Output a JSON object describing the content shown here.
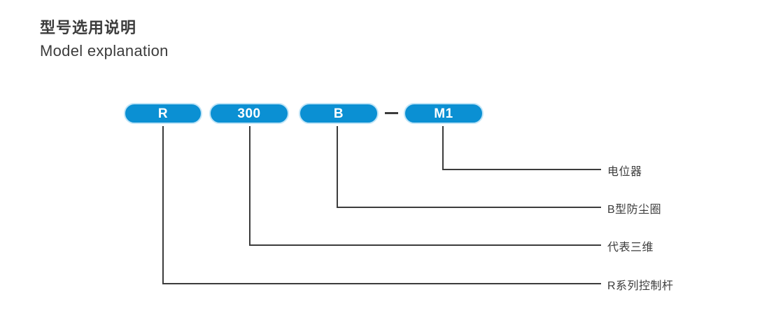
{
  "page": {
    "background_color": "#ffffff",
    "title_cn": "型号选用说明",
    "title_en": "Model explanation"
  },
  "theme": {
    "pill_fill": "#0b90d3",
    "pill_border": "#bfe4f7",
    "pill_text": "#ffffff",
    "line_color": "#3c3c3c",
    "text_color": "#3c3c3c"
  },
  "model_code": {
    "separator": "–",
    "tokens": [
      {
        "id": "series",
        "text": "R"
      },
      {
        "id": "size",
        "text": "300"
      },
      {
        "id": "seal",
        "text": "B"
      },
      {
        "id": "output",
        "text": "M1"
      }
    ]
  },
  "callouts": [
    {
      "token": "M1",
      "text": "电位器"
    },
    {
      "token": "B",
      "text": "B型防尘圈"
    },
    {
      "token": "300",
      "text": "代表三维"
    },
    {
      "token": "R",
      "text": "R系列控制杆"
    }
  ]
}
